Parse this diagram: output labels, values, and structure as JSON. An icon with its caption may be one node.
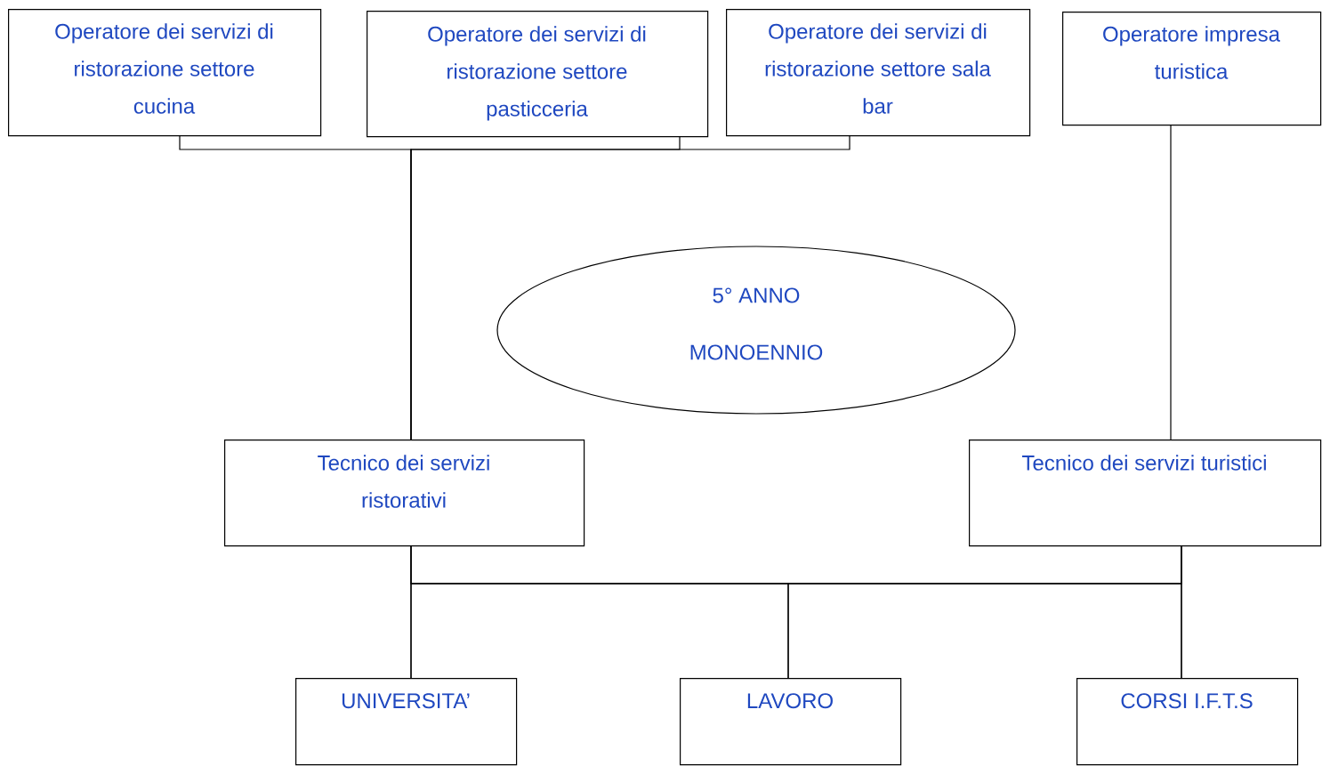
{
  "diagram": {
    "nodes": [
      {
        "text": [
          "Operatore dei servizi di ristorazione settore cucina"
        ]
      },
      {
        "text": [
          "Operatore dei servizi di ristorazione settore pasticceria"
        ]
      },
      {
        "text": [
          "Operatore dei servizi di ristorazione settore sala bar"
        ]
      },
      {
        "text": [
          "Operatore impresa turistica"
        ]
      },
      {
        "text": [
          "5° ANNO",
          "MONOENNIO"
        ]
      },
      {
        "text": [
          "Tecnico dei servizi ristorativi"
        ]
      },
      {
        "text": [
          "Tecnico dei servizi turistici"
        ]
      },
      {
        "text": [
          "UNIVERSITA’"
        ]
      },
      {
        "text": [
          "LAVORO"
        ]
      },
      {
        "text": [
          "CORSI  I.F.T.S"
        ]
      }
    ],
    "edges": [
      {
        "from": 0,
        "to": 5,
        "arrow": "none"
      },
      {
        "from": 1,
        "to": 5,
        "arrow": "none"
      },
      {
        "from": 2,
        "to": 5,
        "arrow": "none"
      },
      {
        "from": 3,
        "to": 6,
        "arrow": "none"
      },
      {
        "from": 5,
        "to": 7,
        "arrow": "none"
      },
      {
        "from": 5,
        "to": 8,
        "arrow": "none"
      },
      {
        "from": 5,
        "to": 9,
        "arrow": "none"
      },
      {
        "from": 6,
        "to": 7,
        "arrow": "none"
      },
      {
        "from": 6,
        "to": 8,
        "arrow": "none"
      },
      {
        "from": 6,
        "to": 9,
        "arrow": "none"
      }
    ]
  }
}
